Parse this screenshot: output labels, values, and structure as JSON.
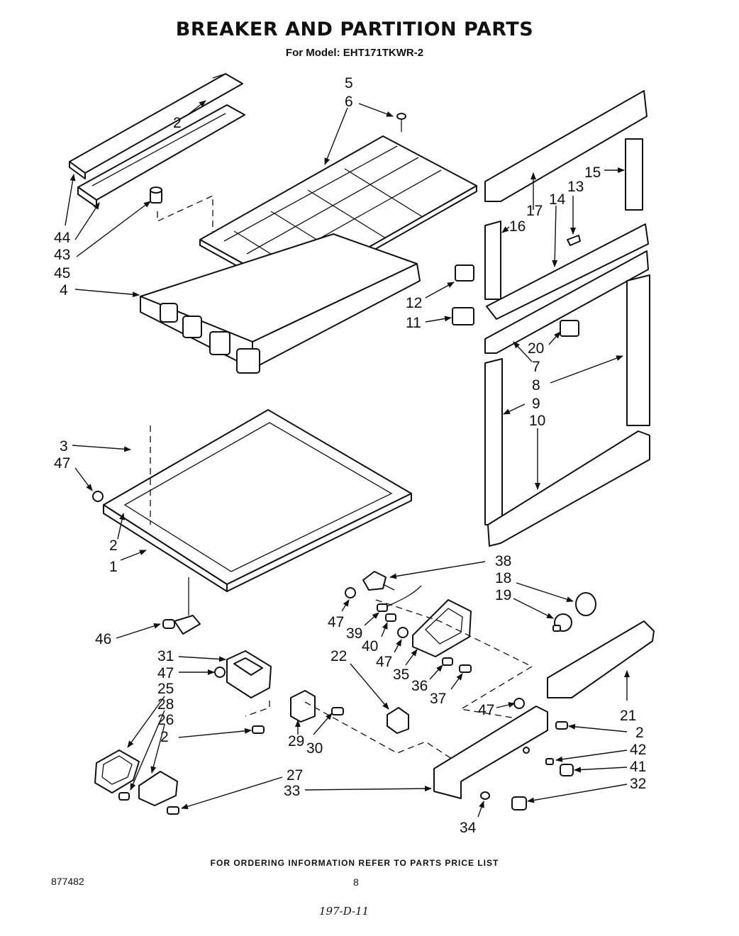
{
  "header": {
    "title": "BREAKER AND PARTITION PARTS",
    "subtitle": "For Model: EHT171TKWR-2"
  },
  "callouts": [
    "1",
    "2",
    "2",
    "2",
    "2",
    "3",
    "4",
    "5",
    "6",
    "7",
    "8",
    "9",
    "10",
    "11",
    "12",
    "13",
    "14",
    "15",
    "16",
    "17",
    "18",
    "19",
    "20",
    "21",
    "22",
    "25",
    "26",
    "27",
    "28",
    "29",
    "30",
    "31",
    "32",
    "33",
    "34",
    "35",
    "36",
    "37",
    "38",
    "39",
    "40",
    "41",
    "42",
    "43",
    "44",
    "45",
    "46",
    "47",
    "47",
    "47",
    "47",
    "47"
  ],
  "footer": {
    "ordering_note": "FOR ORDERING INFORMATION REFER TO PARTS PRICE LIST",
    "doc_number": "877482",
    "page_number": "8",
    "handwritten_code": "197-D-11"
  }
}
